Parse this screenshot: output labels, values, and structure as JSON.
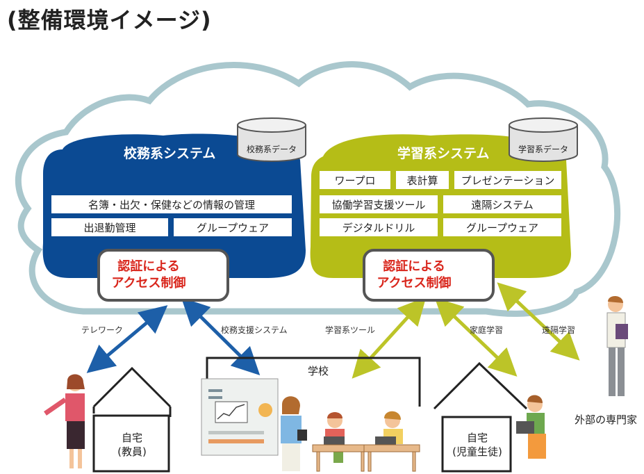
{
  "title": "(整備環境イメージ)",
  "colors": {
    "cloud_outline": "#a9c7cd",
    "admin_blue": "#0b4a93",
    "learning_green": "#b5bd17",
    "auth_red": "#d9261c",
    "arrow_blue": "#1d5fa8",
    "arrow_green": "#bcc428"
  },
  "admin_system": {
    "title": "校務系システム",
    "db_label": "校務系データ",
    "items": [
      "名簿・出欠・保健などの情報の管理",
      "出退勤管理",
      "グループウェア"
    ]
  },
  "learning_system": {
    "title": "学習系システム",
    "db_label": "学習系データ",
    "items": [
      "ワープロ",
      "表計算",
      "プレゼンテーション",
      "協働学習支援ツール",
      "遠隔システム",
      "デジタルドリル",
      "グループウェア"
    ]
  },
  "auth": {
    "line1": "認証による",
    "line2": "アクセス制御",
    "icon": "lock-icon"
  },
  "connections": [
    "テレワーク",
    "校務支援システム",
    "学習系ツール",
    "家庭学習",
    "遠隔学習"
  ],
  "locations": {
    "teacher_home": {
      "line1": "自宅",
      "line2": "(教員)"
    },
    "school": "学校",
    "student_home": {
      "line1": "自宅",
      "line2": "(児童生徒)"
    },
    "expert": "外部の専門家"
  }
}
